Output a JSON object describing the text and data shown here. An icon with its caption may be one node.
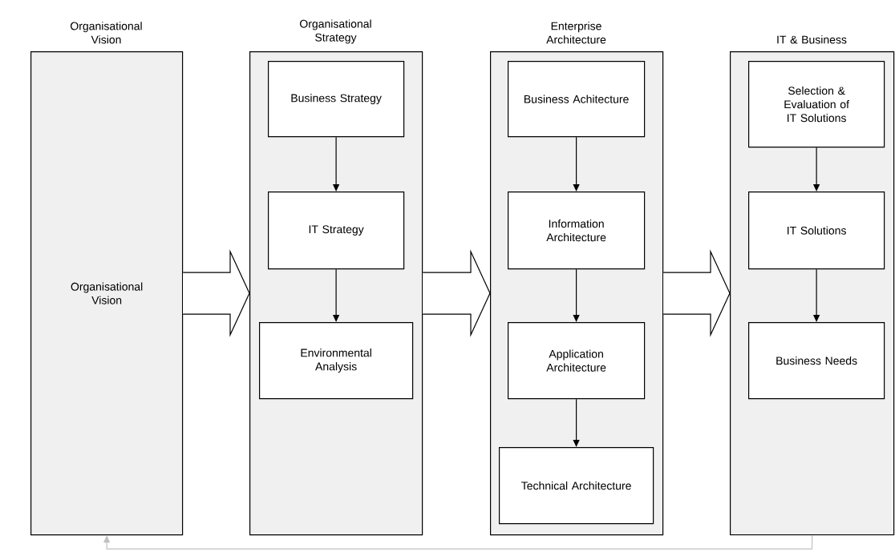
{
  "diagram": {
    "nodes": [
      {
        "text": [
          "Organisational Vision",
          "Organisational Vision"
        ]
      },
      {
        "text": [
          "Organisational Strategy"
        ]
      },
      {
        "text": [
          "Business Strategy"
        ],
        "in": 1
      },
      {
        "text": [
          "IT Strategy"
        ],
        "in": 1
      },
      {
        "text": [
          "Environmental Analysis"
        ],
        "in": 1
      },
      {
        "text": [
          "Enterprise Architecture"
        ]
      },
      {
        "text": [
          "Business Achitecture"
        ],
        "in": 5
      },
      {
        "text": [
          "Information Architecture"
        ],
        "in": 5
      },
      {
        "text": [
          "Application Architecture"
        ],
        "in": 5
      },
      {
        "text": [
          "Technical Architecture"
        ],
        "in": 5
      },
      {
        "text": [
          "IT & Business"
        ]
      },
      {
        "text": [
          "Selection & Evaluation of IT Solutions"
        ],
        "in": 10
      },
      {
        "text": [
          "IT Solutions"
        ],
        "in": 10
      },
      {
        "text": [
          "Business Needs"
        ],
        "in": 10
      }
    ],
    "edges": [
      {
        "from": 0,
        "to": 1,
        "arrow": "to",
        "style": "thick"
      },
      {
        "from": 1,
        "to": 5,
        "arrow": "to",
        "style": "thick"
      },
      {
        "from": 5,
        "to": 10,
        "arrow": "to",
        "style": "thick"
      },
      {
        "from": 2,
        "to": 3,
        "arrow": "to"
      },
      {
        "from": 3,
        "to": 4,
        "arrow": "to"
      },
      {
        "from": 6,
        "to": 7,
        "arrow": "to"
      },
      {
        "from": 7,
        "to": 8,
        "arrow": "to"
      },
      {
        "from": 8,
        "to": 9,
        "arrow": "to"
      },
      {
        "from": 11,
        "to": 12,
        "arrow": "to"
      },
      {
        "from": 12,
        "to": 13,
        "arrow": "to"
      },
      {
        "from": 10,
        "to": 0,
        "arrow": "to",
        "color": "#c0c0c0"
      }
    ]
  }
}
